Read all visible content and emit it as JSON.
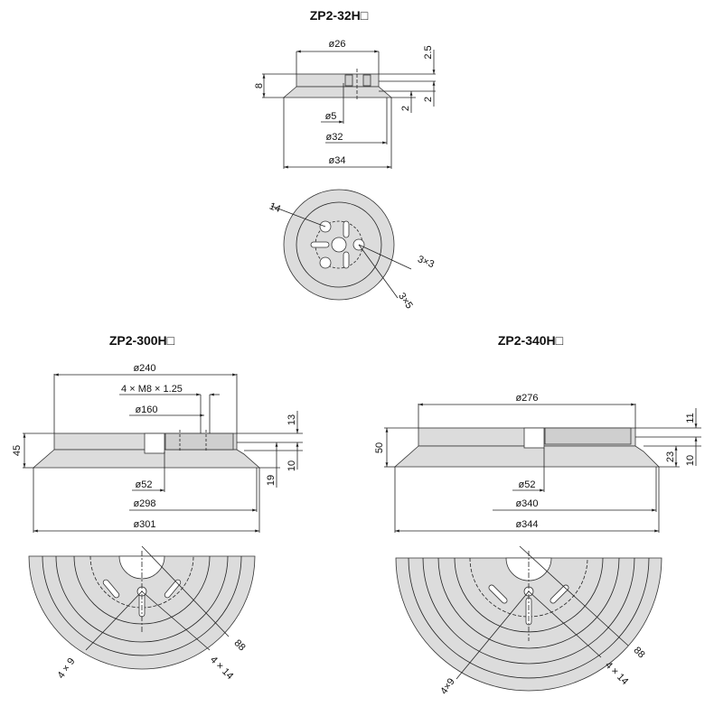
{
  "zp2_32": {
    "title": "ZP2-32H□",
    "dims": {
      "d26": "ø26",
      "h8": "8",
      "h25": "2.5",
      "h2a": "2",
      "h2b": "2",
      "d5": "ø5",
      "d32": "ø32",
      "d34": "ø34",
      "p14": "14",
      "s3x3": "3×3",
      "s3x5": "3×5"
    }
  },
  "zp2_300": {
    "title": "ZP2-300H□",
    "dims": {
      "d240": "ø240",
      "thread": "4 × M8 × 1.25",
      "d160": "ø160",
      "h45": "45",
      "h13": "13",
      "h10": "10",
      "h19": "19",
      "d52": "ø52",
      "d298": "ø298",
      "d301": "ø301",
      "s4x9": "4 × 9",
      "s4x14": "4 × 14",
      "p88": "88"
    }
  },
  "zp2_340": {
    "title": "ZP2-340H□",
    "dims": {
      "d276": "ø276",
      "h50": "50",
      "h11": "11",
      "h23": "23",
      "h10": "10",
      "d52": "ø52",
      "d340": "ø340",
      "d344": "ø344",
      "s4x9": "4×9",
      "s4x14": "4 × 14",
      "p88": "88"
    }
  }
}
